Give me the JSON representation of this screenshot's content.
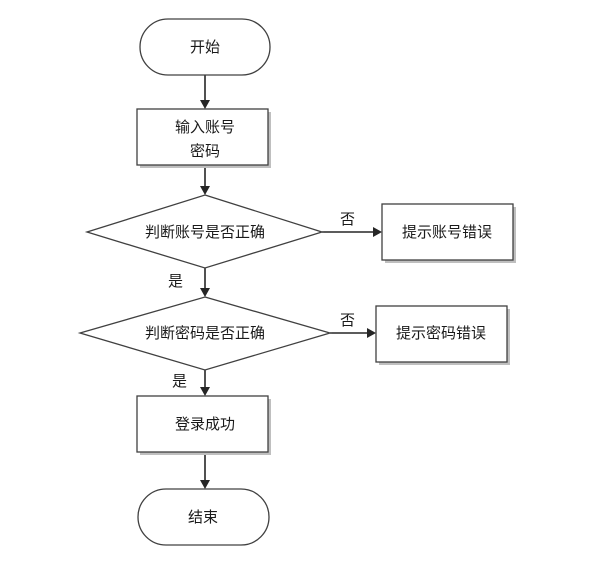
{
  "nodes": {
    "start": "开始",
    "input_line1": "输入账号",
    "input_line2": "密码",
    "check_account": "判断账号是否正确",
    "account_error": "提示账号错误",
    "check_password": "判断密码是否正确",
    "password_error": "提示密码错误",
    "login_success": "登录成功",
    "end": "结束"
  },
  "branches": {
    "account_yes": "是",
    "account_no": "否",
    "password_yes": "是",
    "password_no": "否"
  },
  "colors": {
    "stroke": "#404040",
    "shadow": "#bfbfbf",
    "arrow": "#262626"
  }
}
